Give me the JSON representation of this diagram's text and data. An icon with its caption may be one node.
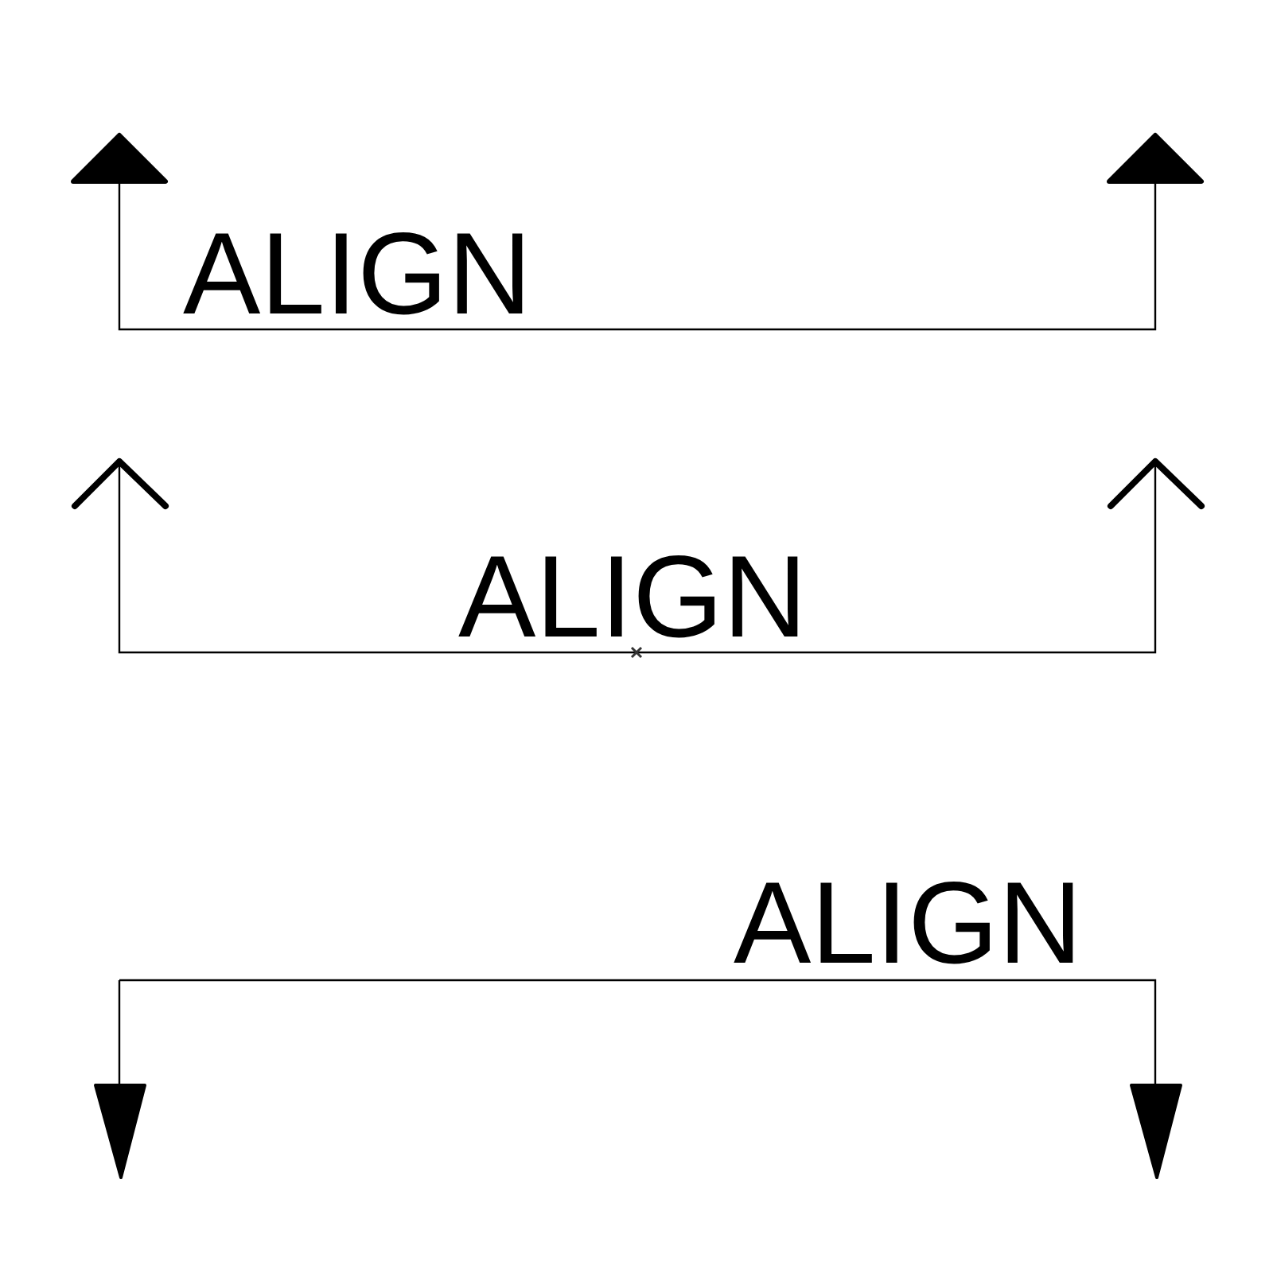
{
  "diagram": {
    "labels": [
      "ALIGN",
      "ALIGN",
      "ALIGN"
    ]
  }
}
